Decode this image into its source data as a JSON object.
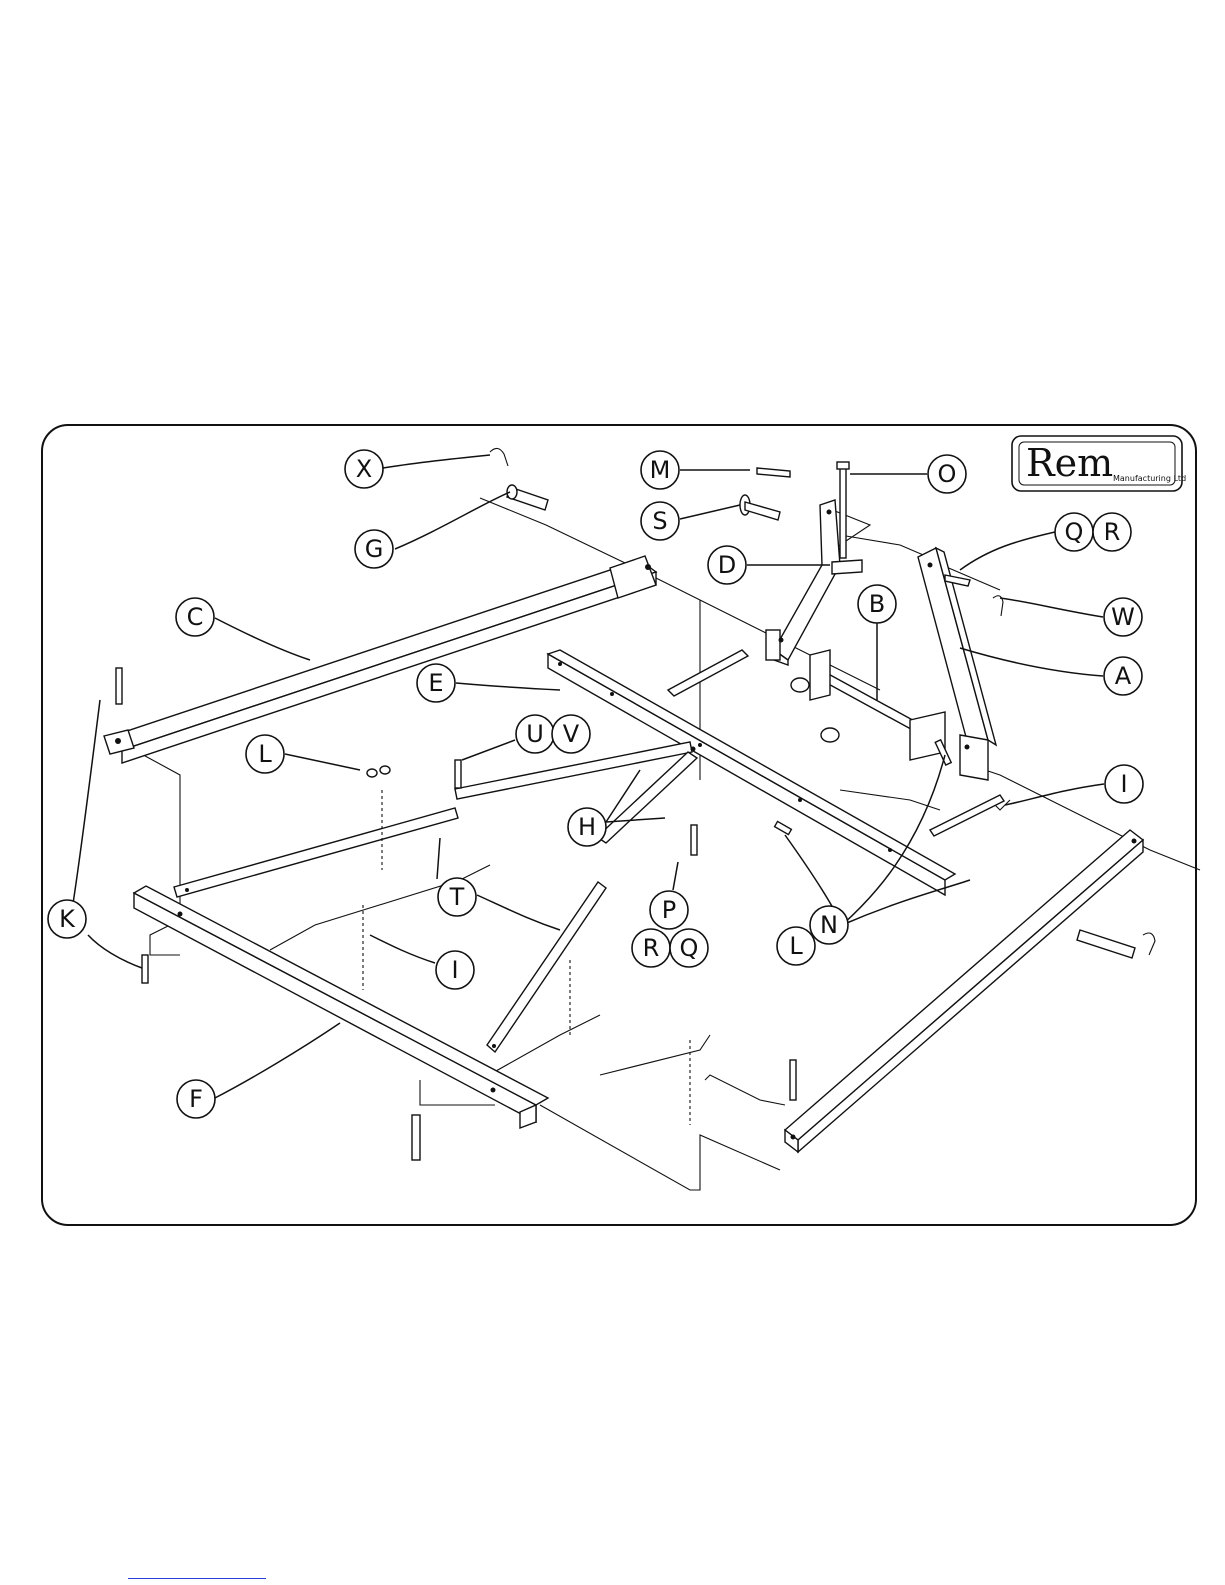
{
  "logo": {
    "brand": "Rem",
    "subtitle": "Manufacturing Ltd"
  },
  "callouts": [
    {
      "id": "x",
      "label": "X"
    },
    {
      "id": "m",
      "label": "M"
    },
    {
      "id": "o",
      "label": "O"
    },
    {
      "id": "g",
      "label": "G"
    },
    {
      "id": "s",
      "label": "S"
    },
    {
      "id": "d",
      "label": "D"
    },
    {
      "id": "q1",
      "label": "Q"
    },
    {
      "id": "r1",
      "label": "R"
    },
    {
      "id": "c",
      "label": "C"
    },
    {
      "id": "b",
      "label": "B"
    },
    {
      "id": "w",
      "label": "W"
    },
    {
      "id": "e",
      "label": "E"
    },
    {
      "id": "a",
      "label": "A"
    },
    {
      "id": "u",
      "label": "U"
    },
    {
      "id": "v",
      "label": "V"
    },
    {
      "id": "l1",
      "label": "L"
    },
    {
      "id": "i1",
      "label": "I"
    },
    {
      "id": "h",
      "label": "H"
    },
    {
      "id": "t",
      "label": "T"
    },
    {
      "id": "p",
      "label": "P"
    },
    {
      "id": "k",
      "label": "K"
    },
    {
      "id": "r2",
      "label": "R"
    },
    {
      "id": "q2",
      "label": "Q"
    },
    {
      "id": "l2",
      "label": "L"
    },
    {
      "id": "n",
      "label": "N"
    },
    {
      "id": "i2",
      "label": "I"
    },
    {
      "id": "f",
      "label": "F"
    }
  ]
}
